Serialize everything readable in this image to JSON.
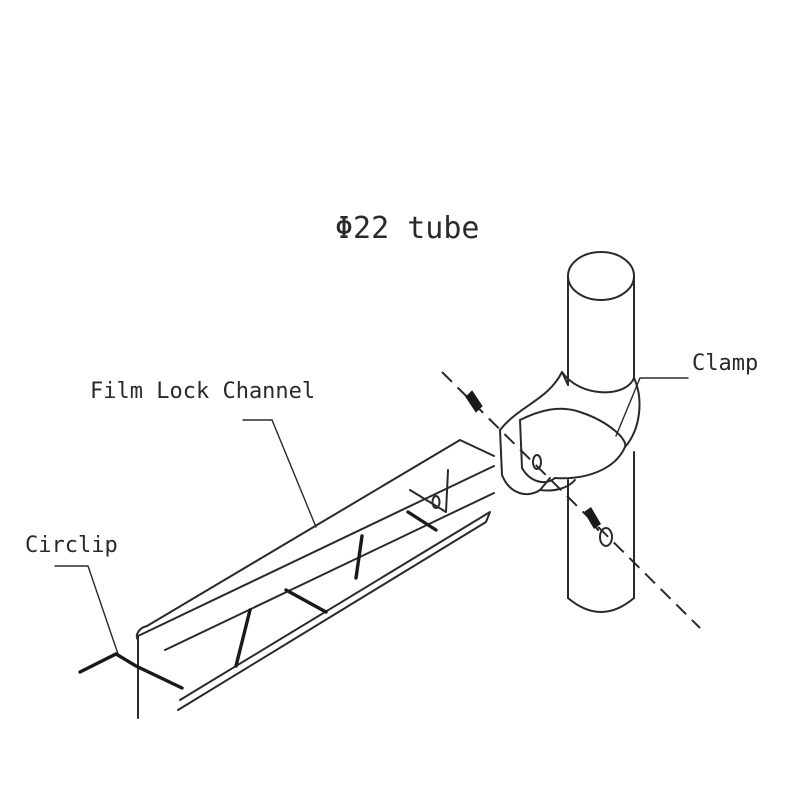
{
  "labels": {
    "tube": "Φ22 tube",
    "clamp": "Clamp",
    "channel": "Film Lock Channel",
    "circlip": "Circlip"
  }
}
